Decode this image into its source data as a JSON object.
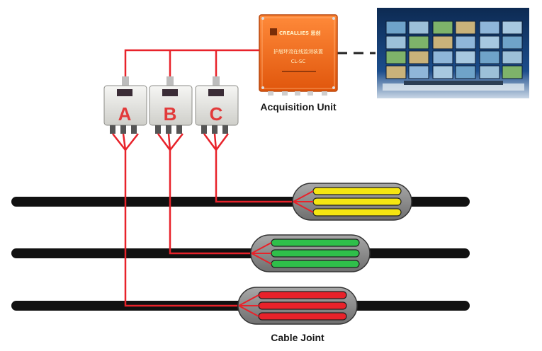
{
  "labels": {
    "acquisition_unit": "Acquisition Unit",
    "cable_joint": "Cable Joint"
  },
  "acquisition_box": {
    "brand": "CREALLIES 思创",
    "title_cn": "护层环流在线监测装置",
    "model": "CL-SC",
    "color": "#f26a1b"
  },
  "sensors": [
    {
      "letter": "A",
      "color": "#e23a3a"
    },
    {
      "letter": "B",
      "color": "#e23a3a"
    },
    {
      "letter": "C",
      "color": "#e23a3a"
    }
  ],
  "joints": [
    {
      "phase": "C",
      "conductor_color": "#f5e611"
    },
    {
      "phase": "B",
      "conductor_color": "#2fbf4a"
    },
    {
      "phase": "A",
      "conductor_color": "#e8222a"
    }
  ],
  "colors": {
    "wire": "#e8222a",
    "cable": "#111111",
    "joint_shell": "#8c8c8c",
    "dashed_link": "#222222"
  },
  "icons": {
    "monitor_wall": "video-wall-monitoring-center"
  }
}
